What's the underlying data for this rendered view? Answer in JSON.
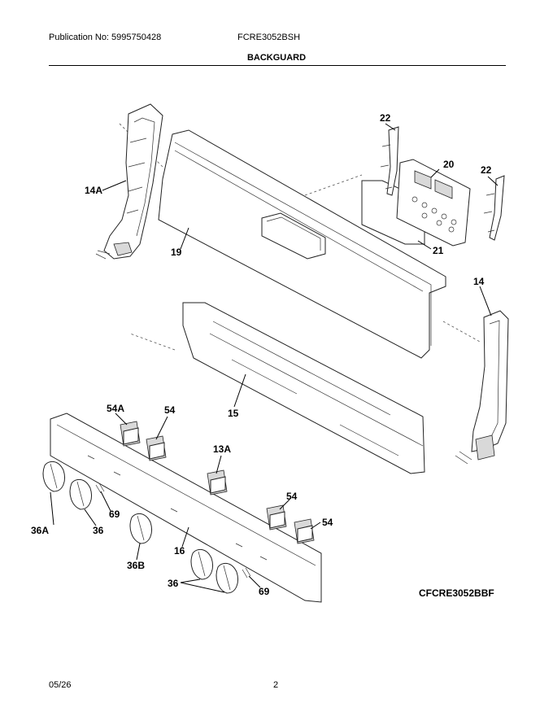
{
  "header": {
    "publication": "Publication No: 5995750428",
    "model": "FCRE3052BSH",
    "section_title": "BACKGUARD"
  },
  "callouts": {
    "c14a": "14A",
    "c19": "19",
    "c22a": "22",
    "c20": "20",
    "c22b": "22",
    "c21": "21",
    "c14": "14",
    "c15": "15",
    "c54a": "54A",
    "c54_1": "54",
    "c13a": "13A",
    "c69_1": "69",
    "c36a": "36A",
    "c36_1": "36",
    "c16": "16",
    "c54_2": "54",
    "c54_3": "54",
    "c36b": "36B",
    "c36_2": "36",
    "c69_2": "69"
  },
  "diagram_code": "CFCRE3052BBF",
  "footer": {
    "date": "05/26",
    "page_number": "2"
  }
}
